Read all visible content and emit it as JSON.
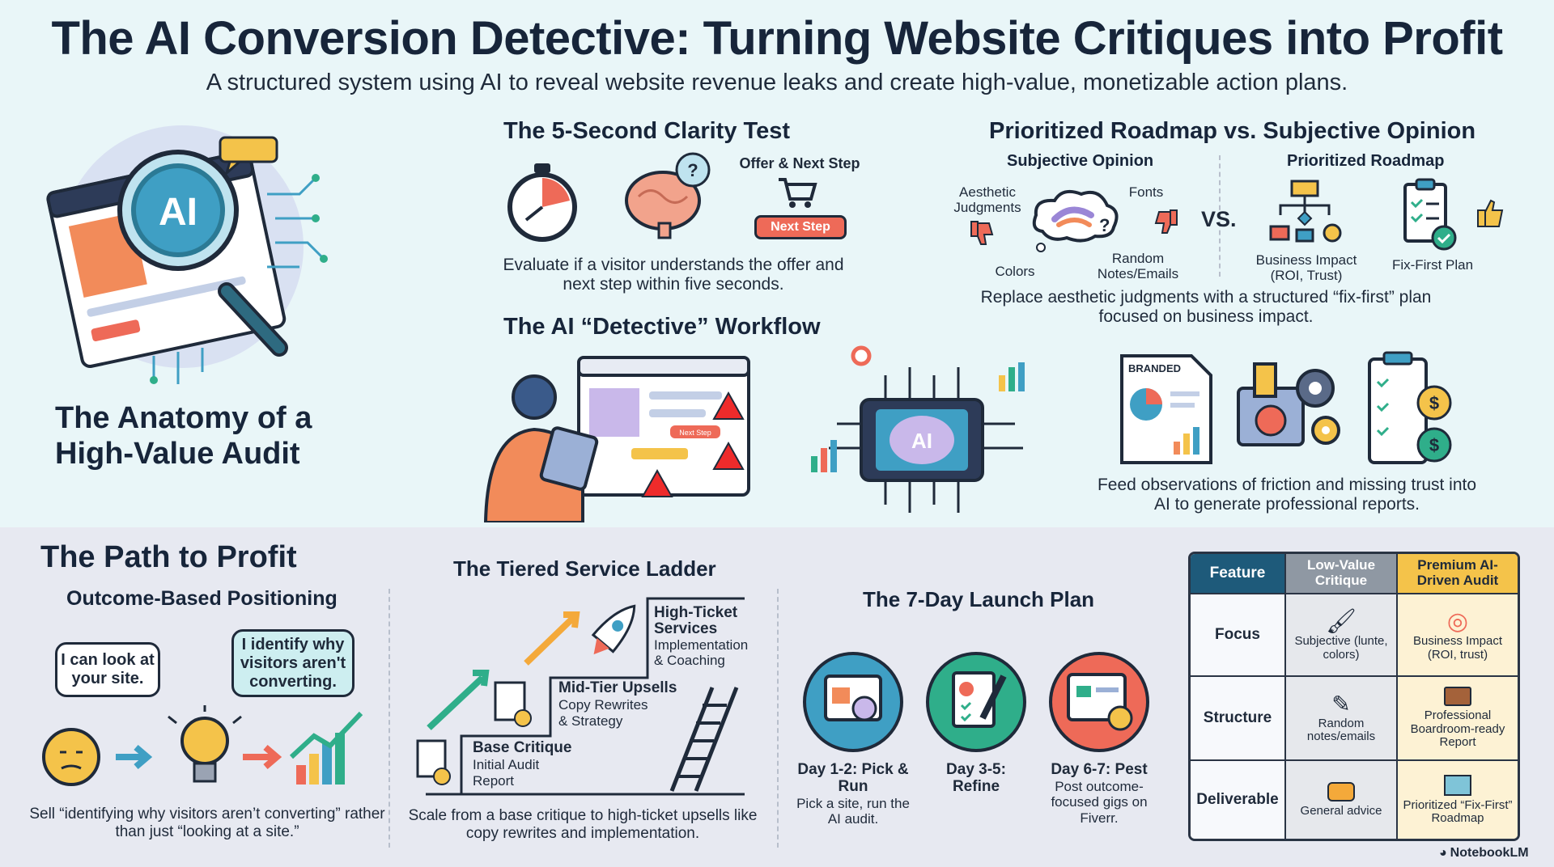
{
  "header": {
    "title": "The AI Conversion Detective: Turning Website Critiques into Profit",
    "subtitle": "A structured system using AI to reveal website revenue leaks and create high-value, monetizable action plans."
  },
  "anatomy": {
    "heading": "The Anatomy of a High-Value Audit",
    "ai_badge": "AI"
  },
  "clarity_test": {
    "heading": "The 5-Second Clarity Test",
    "offer_label": "Offer & Next Step",
    "next_step_button": "Next Step",
    "question_mark": "?",
    "caption": "Evaluate if a visitor understands the offer and next step within five seconds."
  },
  "roadmap_vs_opinion": {
    "heading": "Prioritized Roadmap vs. Subjective Opinion",
    "subjective_heading": "Subjective Opinion",
    "roadmap_heading": "Prioritized Roadmap",
    "labels": {
      "aesthetic": "Aesthetic Judgments",
      "fonts": "Fonts",
      "colors": "Colors",
      "random": "Random Notes/Emails",
      "vs": "VS.",
      "business_impact": "Business Impact (ROI, Trust)",
      "fix_first": "Fix-First Plan"
    },
    "caption": "Replace aesthetic judgments with a structured “fix-first” plan focused on business impact."
  },
  "workflow": {
    "heading": "The AI “Detective” Workflow",
    "chip_label": "AI",
    "mini_button": "Next Step",
    "report_label": "BRANDED",
    "caption": "Feed observations of friction and missing trust into AI to generate professional reports."
  },
  "path_to_profit": {
    "heading": "The Path to Profit",
    "positioning_heading": "Outcome-Based Positioning",
    "bubble_left": "I can look at your site.",
    "bubble_right": "I identify why visitors aren't converting.",
    "caption": "Sell “identifying why visitors aren’t converting” rather than just “looking at a site.”"
  },
  "service_ladder": {
    "heading": "The Tiered Service Ladder",
    "tiers": [
      {
        "title": "Base Critique",
        "desc": "Initial Audit Report"
      },
      {
        "title": "Mid-Tier Upsells",
        "desc": "Copy Rewrites & Strategy"
      },
      {
        "title": "High-Ticket Services",
        "desc": "Implementation & Coaching"
      }
    ],
    "caption": "Scale from a base critique to high-ticket upsells like copy rewrites and implementation."
  },
  "launch_plan": {
    "heading": "The 7-Day Launch Plan",
    "days": [
      {
        "label": "Day 1-2: Pick & Run",
        "desc": "Pick a site, run the AI audit.",
        "color": "#3f9fc4"
      },
      {
        "label": "Day 3-5: Refine",
        "desc": "",
        "color": "#2fae8a"
      },
      {
        "label": "Day 6-7: Pest",
        "desc": "Post outcome-focused gigs on Fiverr.",
        "color": "#ee6a58"
      }
    ]
  },
  "comparison_table": {
    "headers": [
      "Feature",
      "Low-Value Critique",
      "Premium AI-Driven Audit"
    ],
    "rows": [
      {
        "feature": "Focus",
        "low": "Subjective (lunte, colors)",
        "premium": "Business Impact (ROI, trust)"
      },
      {
        "feature": "Structure",
        "low": "Random notes/emails",
        "premium": "Professional Boardroom-ready Report"
      },
      {
        "feature": "Deliverable",
        "low": "General advice",
        "premium": "Prioritized “Fix-First” Roadmap"
      }
    ]
  },
  "footer": {
    "brand": "NotebookLM"
  },
  "colors": {
    "navy": "#1e5a7a",
    "gold": "#f4c34a",
    "coral": "#ee6a58",
    "teal": "#2fae8a",
    "blue": "#3f9fc4"
  }
}
